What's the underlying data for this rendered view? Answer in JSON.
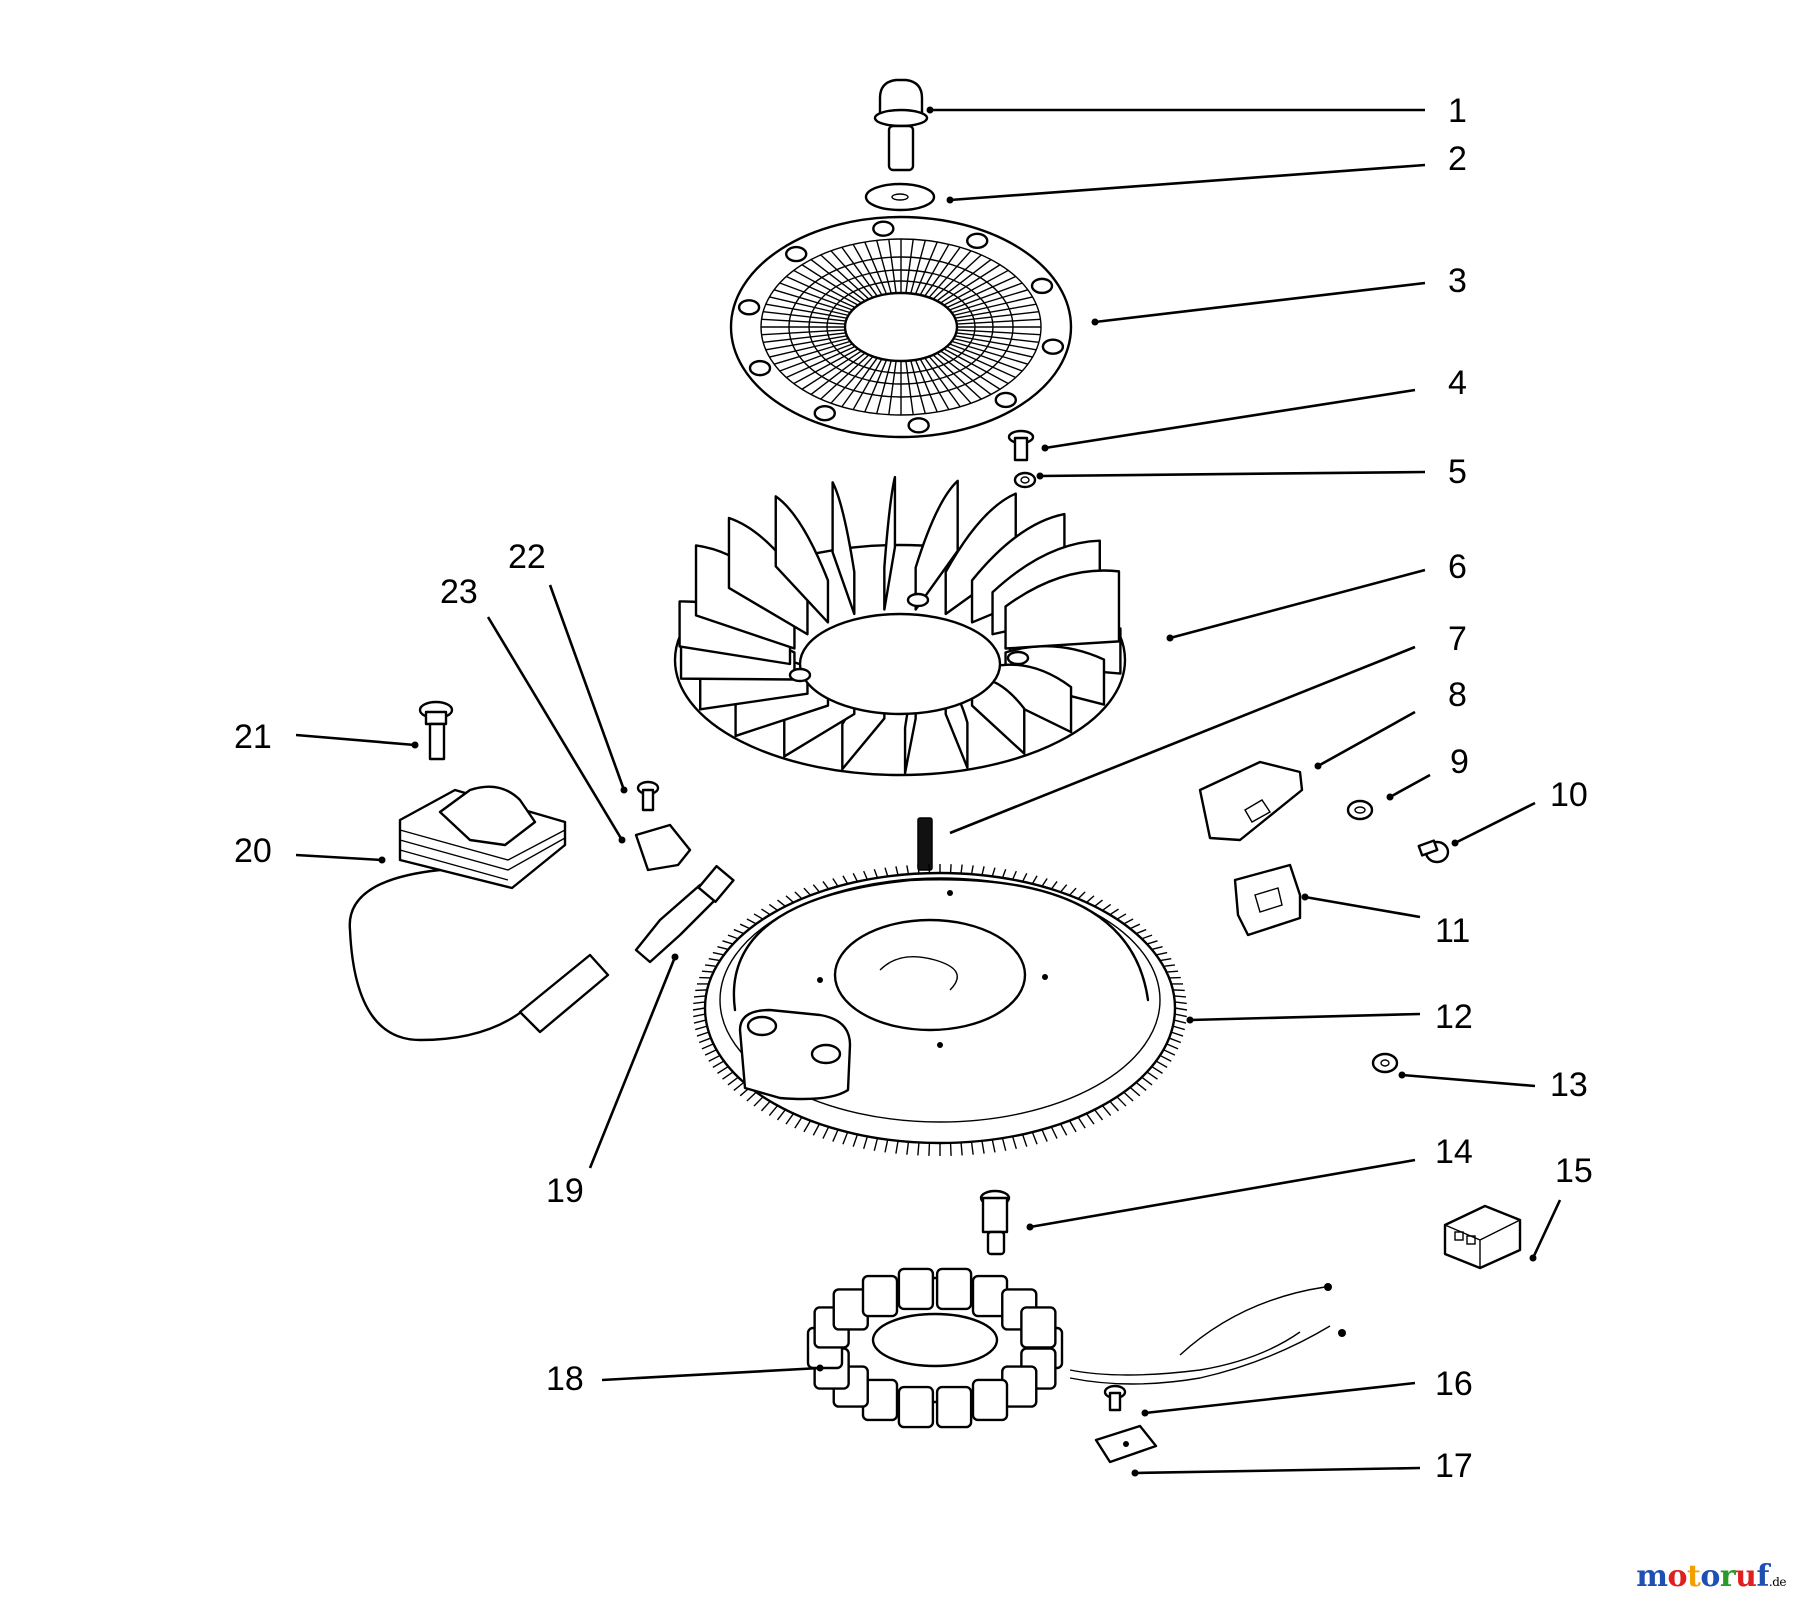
{
  "diagram": {
    "callouts": [
      "1",
      "2",
      "3",
      "4",
      "5",
      "6",
      "7",
      "8",
      "9",
      "10",
      "11",
      "12",
      "13",
      "14",
      "15",
      "16",
      "17",
      "18",
      "19",
      "20",
      "21",
      "22",
      "23"
    ]
  },
  "watermark": {
    "letters": [
      "m",
      "o",
      "t",
      "o",
      "r",
      "u",
      "f"
    ],
    "colors": [
      "#1f4fb3",
      "#e02020",
      "#f0a000",
      "#1f4fb3",
      "#2a9a2a",
      "#e02020",
      "#1f4fb3"
    ],
    "suffix": ".de"
  }
}
